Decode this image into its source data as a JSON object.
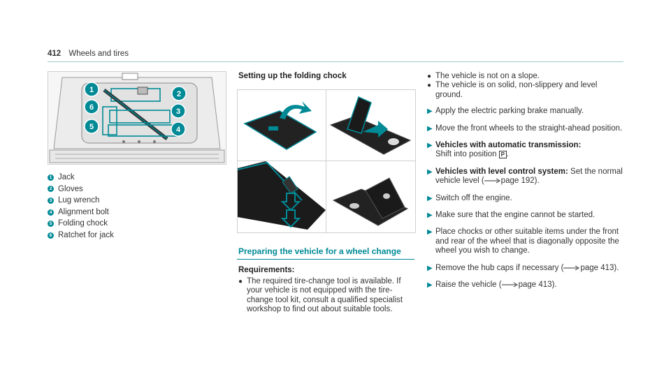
{
  "header": {
    "page_number": "412",
    "section": "Wheels and tires"
  },
  "figure1": {
    "callouts": [
      "1",
      "2",
      "3",
      "4",
      "5",
      "6"
    ],
    "legend": [
      {
        "num": "1",
        "label": "Jack"
      },
      {
        "num": "2",
        "label": "Gloves"
      },
      {
        "num": "3",
        "label": "Lug wrench"
      },
      {
        "num": "4",
        "label": "Alignment bolt"
      },
      {
        "num": "5",
        "label": "Folding chock"
      },
      {
        "num": "6",
        "label": "Ratchet for jack"
      }
    ]
  },
  "chock": {
    "heading": "Setting up the folding chock"
  },
  "section": {
    "title": "Preparing the vehicle for a wheel change",
    "requirements_label": "Requirements:",
    "requirements": [
      "The required tire-change tool is available. If your vehicle is not equipped with the tire-change tool kit, consult a qualified specialist workshop to find out about suitable tools."
    ]
  },
  "conditions": [
    "The vehicle is not on a slope.",
    "The vehicle is on solid, non-slippery and level ground."
  ],
  "steps": {
    "s1": "Apply the electric parking brake manually.",
    "s2": "Move the front wheels to the straight-ahead position.",
    "s3_bold": "Vehicles with automatic transmission:",
    "s3_text": "Shift into position",
    "s3_symbol": "P",
    "s3_end": ".",
    "s4_bold": "Vehicles with level control system:",
    "s4_text": "Set the normal vehicle level (",
    "s4_ref": "page 192",
    "s4_end": ").",
    "s5": "Switch off the engine.",
    "s6": "Make sure that the engine cannot be started.",
    "s7": "Place chocks or other suitable items under the front and rear of the wheel that is diagonally opposite the wheel you wish to change.",
    "s8_text": "Remove the hub caps if necessary (",
    "s8_ref": "page 413",
    "s8_end": ").",
    "s9_text": "Raise the vehicle (",
    "s9_ref": "page 413",
    "s9_end": ")."
  },
  "colors": {
    "accent": "#008a96",
    "text": "#333333"
  },
  "icons": {
    "step": "step-triangle-icon",
    "reference": "page-reference-arrow-icon",
    "park": "park-position-icon"
  }
}
